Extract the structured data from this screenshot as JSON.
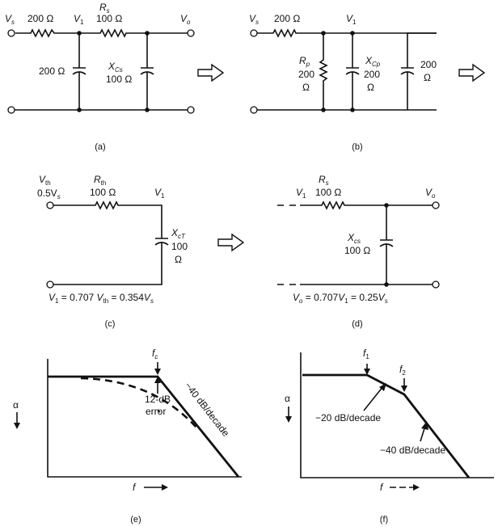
{
  "panel_a": {
    "vs": "V",
    "vs_sub": "s",
    "r1": "200 Ω",
    "v1": "V",
    "v1_sub": "1",
    "rs_name": "R",
    "rs_sub": "s",
    "rs_val": "100 Ω",
    "vo": "V",
    "vo_sub": "o",
    "c1": "200 Ω",
    "xcs_name": "X",
    "xcs_sub": "Cs",
    "xcs_val": "100 Ω",
    "caption": "(a)"
  },
  "panel_b": {
    "vs": "V",
    "vs_sub": "s",
    "r1": "200 Ω",
    "v1": "V",
    "v1_sub": "1",
    "rp_name": "R",
    "rp_sub": "p",
    "rp_val": "200",
    "rp_unit": "Ω",
    "xcp_name": "X",
    "xcp_sub": "Cp",
    "xcp_val": "200",
    "xcp_unit": "Ω",
    "c_val": "200",
    "c_unit": "Ω",
    "caption": "(b)"
  },
  "panel_c": {
    "vth": "V",
    "vth_sub": "th",
    "vth_val": "0.5V",
    "vth_val_sub": "s",
    "rth_name": "R",
    "rth_sub": "th",
    "rth_val": "100 Ω",
    "v1": "V",
    "v1_sub": "1",
    "xct_name": "X",
    "xct_sub": "cT",
    "xct_val": "100",
    "xct_unit": "Ω",
    "eq_a": "V",
    "eq_a_sub": "1",
    "eq_b": " = 0.707 ",
    "eq_c": "V",
    "eq_c_sub": "th",
    "eq_d": " = 0.354",
    "eq_e": "V",
    "eq_e_sub": "s",
    "caption": "(c)"
  },
  "panel_d": {
    "v1": "V",
    "v1_sub": "1",
    "rs_name": "R",
    "rs_sub": "s",
    "rs_val": "100 Ω",
    "vo": "V",
    "vo_sub": "o",
    "xcs_name": "X",
    "xcs_sub": "cs",
    "xcs_val": "100 Ω",
    "eq_a": "V",
    "eq_a_sub": "o",
    "eq_b": " = 0.707",
    "eq_c": "V",
    "eq_c_sub": "1",
    "eq_d": " = 0.25",
    "eq_e": "V",
    "eq_e_sub": "s",
    "caption": "(d)"
  },
  "panel_e": {
    "fc": "f",
    "fc_sub": "c",
    "alpha": "α",
    "slope": "−40 dB/decade",
    "err1": "12-dB",
    "err2": "error",
    "f": "f",
    "caption": "(e)"
  },
  "panel_f": {
    "f1": "f",
    "f1_sub": "1",
    "f2": "f",
    "f2_sub": "2",
    "alpha": "α",
    "slope1": "−20 dB/decade",
    "slope2": "−40 dB/decade",
    "f": "f",
    "caption": "(f)"
  }
}
